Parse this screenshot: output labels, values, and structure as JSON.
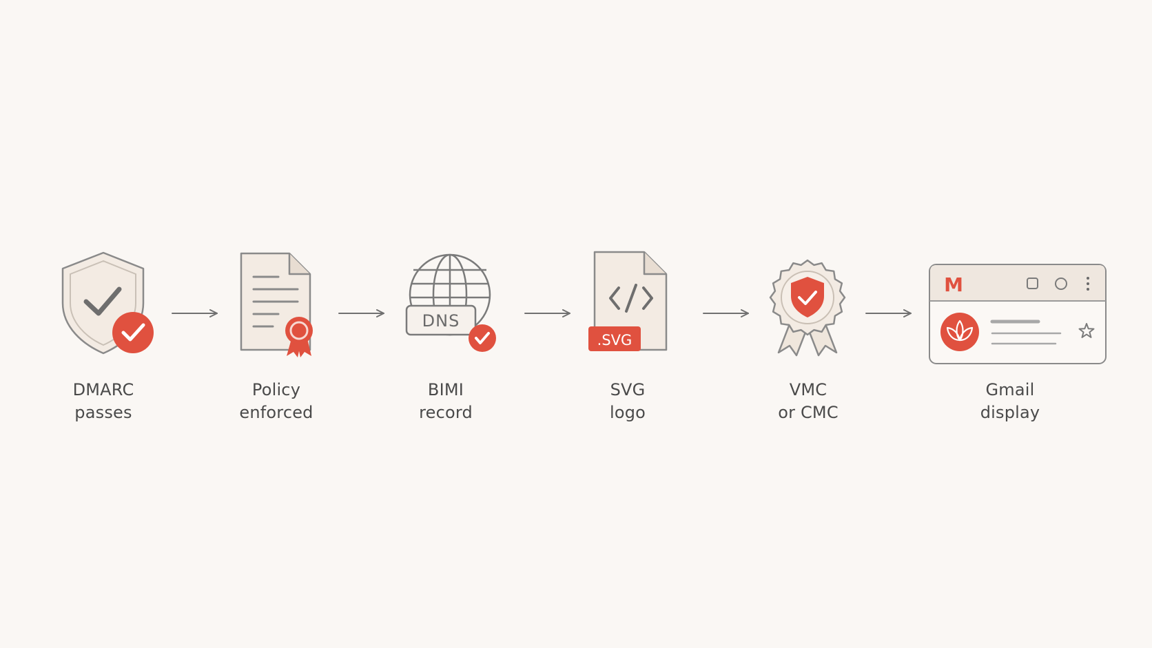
{
  "steps": [
    {
      "id": "dmarc",
      "line1": "DMARC",
      "line2": "passes",
      "icon": "shield-check-icon"
    },
    {
      "id": "policy",
      "line1": "Policy",
      "line2": "enforced",
      "icon": "document-seal-icon"
    },
    {
      "id": "bimi",
      "line1": "BIMI",
      "line2": "record",
      "icon": "globe-dns-icon"
    },
    {
      "id": "svg",
      "line1": "SVG",
      "line2": "logo",
      "icon": "svg-file-icon"
    },
    {
      "id": "vmc",
      "line1": "VMC",
      "line2": "or CMC",
      "icon": "certificate-badge-icon"
    },
    {
      "id": "gmail",
      "line1": "Gmail",
      "line2": "display",
      "icon": "gmail-window-icon"
    }
  ],
  "badges": {
    "dns": "DNS",
    "svg": ".SVG",
    "gmail_letter": "M"
  },
  "colors": {
    "background": "#faf7f4",
    "accent": "#e0513f",
    "stroke": "#707070",
    "fill": "#f3ebe3",
    "text": "#4a4a4a"
  }
}
